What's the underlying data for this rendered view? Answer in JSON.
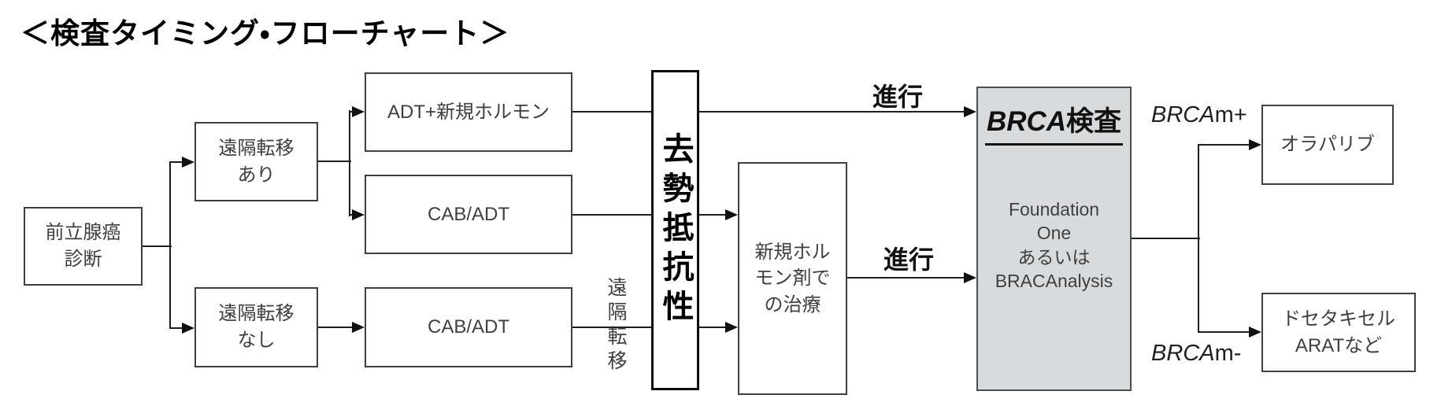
{
  "title": "＜検査タイミング・フローチャート＞",
  "nodes": {
    "diagnosis": "前立腺癌\n診断",
    "metastasis_yes": "遠隔転移\nあり",
    "metastasis_no": "遠隔転移\nなし",
    "adt_new_hormone": "ADT+新規ホルモン",
    "cab_adt_upper": "CAB/ADT",
    "cab_adt_lower": "CAB/ADT",
    "castration_resistance": "去勢抵抗性",
    "new_hormone_treatment": "新規ホル\nモン剤で\nの治療",
    "brca_test": {
      "title_gene": "BRCA",
      "title_ja": "検査",
      "body": "Foundation\nOne\nあるいは\nBRACAnalysis"
    },
    "olaparib": "オラパリブ",
    "docetaxel": "ドセタキセル\nARATなど"
  },
  "edge_labels": {
    "progression_top": "進行",
    "progression_mid": "進行",
    "distant_metastasis": "遠隔転移",
    "brcam_positive": {
      "gene": "BRCA",
      "suffix": "m+"
    },
    "brcam_negative": {
      "gene": "BRCA",
      "suffix": "m-"
    }
  },
  "colors": {
    "background": "#ffffff",
    "line": "#1f1f1f",
    "box_border": "#3f3f3f",
    "brca_box_fill": "#d7dbde",
    "text": "#3f3f3f"
  }
}
